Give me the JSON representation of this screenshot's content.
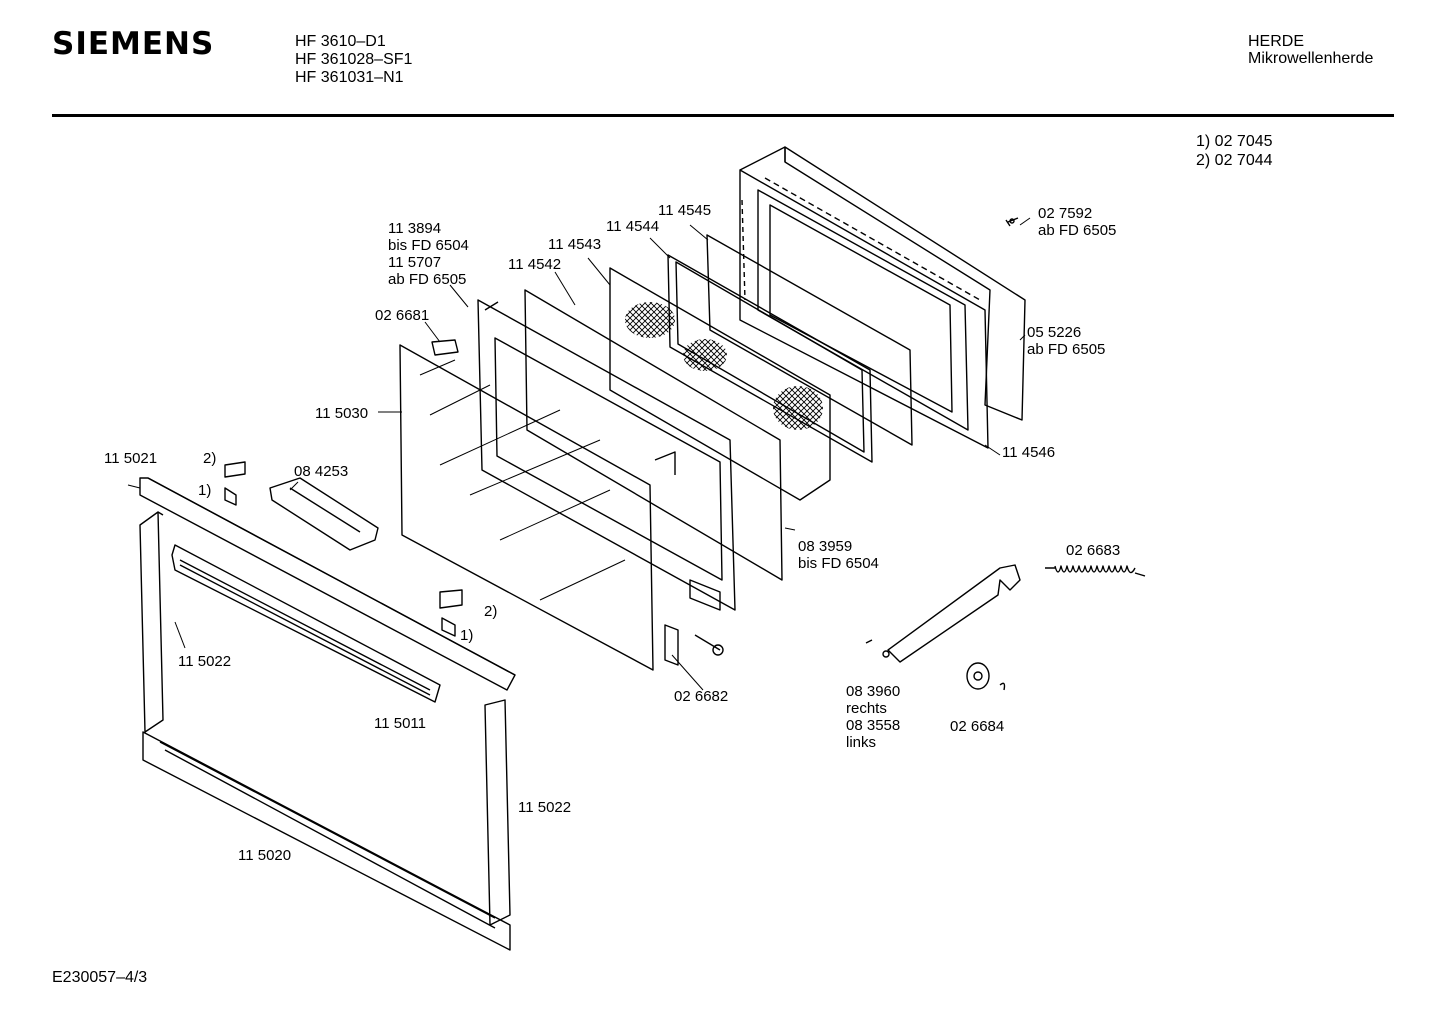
{
  "header": {
    "brand": "SIEMENS",
    "models": [
      "HF 3610–D1",
      "HF 361028–SF1",
      "HF 361031–N1"
    ],
    "category": "HERDE",
    "subcategory": "Mikrowellenherde"
  },
  "notes": [
    "1) 02 7045",
    "2) 02 7044"
  ],
  "footer": {
    "code": "E230057–4/3"
  },
  "labels": {
    "p113894": [
      "11 3894",
      "bis FD 6504",
      "11 5707",
      "ab FD 6505"
    ],
    "p114542": "11 4542",
    "p114543": "11 4543",
    "p114544": "11 4544",
    "p114545": "11 4545",
    "p027592": [
      "02 7592",
      "ab FD 6505"
    ],
    "p026681": "02 6681",
    "p115030": "11 5030",
    "p055226": [
      "05 5226",
      "ab FD 6505"
    ],
    "p114546": "11 4546",
    "p115021": "11 5021",
    "clip_top_2": "2)",
    "clip_top_1": "1)",
    "p084253": "08 4253",
    "p083959": [
      "08 3959",
      "bis FD 6504"
    ],
    "p026683": "02 6683",
    "clip_mid_2": "2)",
    "clip_mid_1": "1)",
    "p115022_left": "11 5022",
    "p026682": "02 6682",
    "p083960": [
      "08 3960",
      "rechts",
      "08 3558",
      "links"
    ],
    "p026684": "02 6684",
    "p115011": "11 5011",
    "p115022_right": "11 5022",
    "p115020": "11 5020"
  }
}
